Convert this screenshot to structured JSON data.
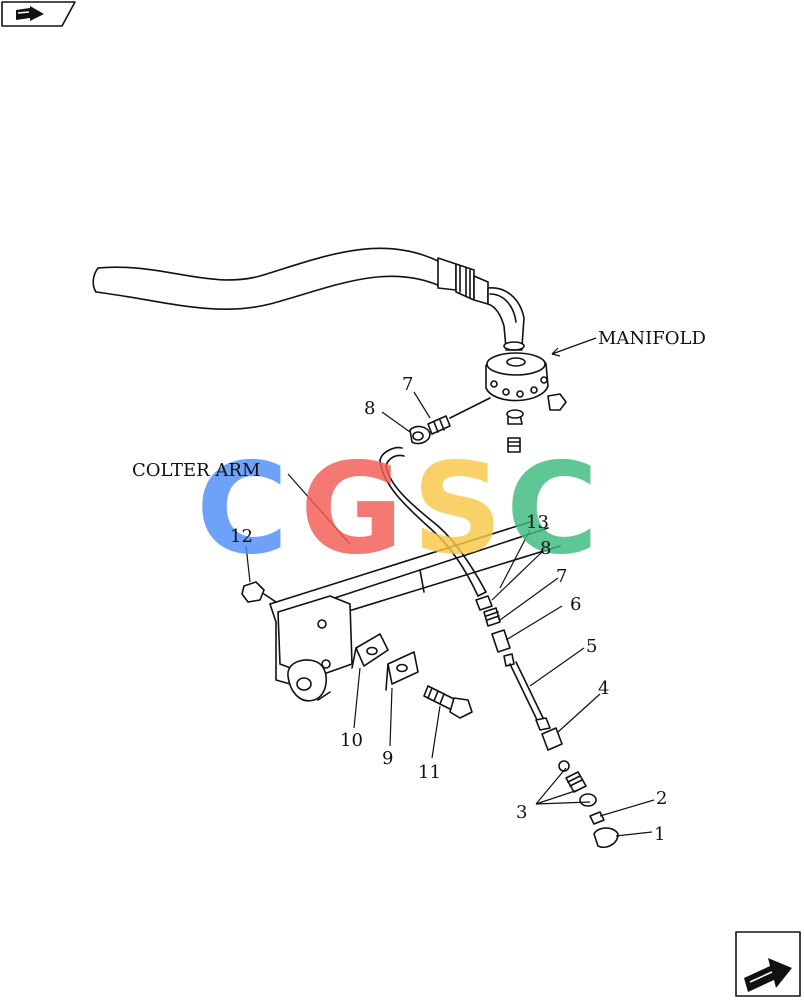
{
  "labels": {
    "manifold": "MANIFOLD",
    "colter_arm": "COLTER ARM"
  },
  "callouts": [
    "1",
    "2",
    "3",
    "4",
    "5",
    "6",
    "7",
    "8",
    "13",
    "12",
    "10",
    "9",
    "11",
    "7",
    "8"
  ],
  "watermark": {
    "letters": [
      "C",
      "G",
      "S",
      "C"
    ],
    "colors": [
      "#4f8ef7",
      "#f25c54",
      "#f7c948",
      "#3dba7e"
    ]
  },
  "nav": {
    "top_icon": "arrow-back-icon",
    "bottom_icon": "arrow-forward-icon"
  }
}
